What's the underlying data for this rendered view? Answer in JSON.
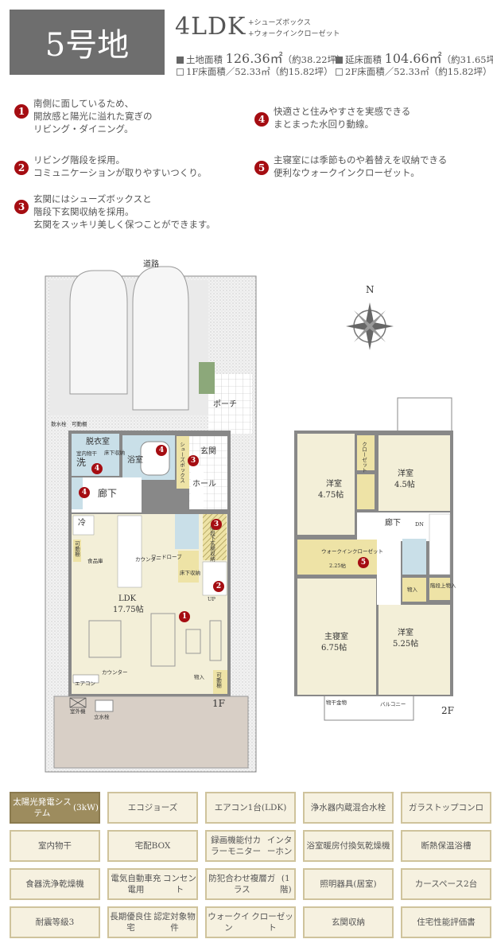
{
  "header": {
    "lot": "5号地",
    "layout": "4LDK",
    "extras": [
      "+シューズボックス",
      "+ウォークインクローゼット"
    ],
    "land_area": {
      "label": "土地面積",
      "value": "126.36㎡",
      "tsubo": "（約38.22坪）"
    },
    "total_floor": {
      "label": "延床面積",
      "value": "104.66㎡",
      "tsubo": "（約31.65坪）"
    },
    "floor1": "1F床面積／52.33㎡（約15.82坪）",
    "floor2": "2F床面積／52.33㎡（約15.82坪）"
  },
  "points": [
    {
      "n": "1",
      "lines": [
        "南側に面しているため、",
        "開放感と陽光に溢れた寛ぎの",
        "リビング・ダイニング。"
      ]
    },
    {
      "n": "2",
      "lines": [
        "リビング階段を採用。",
        "コミュニケーションが取りやすいつくり。"
      ]
    },
    {
      "n": "3",
      "lines": [
        "玄関にはシューズボックスと",
        "階段下玄関収納を採用。",
        "玄関をスッキリ美しく保つことができます。"
      ]
    },
    {
      "n": "4",
      "lines": [
        "快適さと住みやすさを実感できる",
        "まとまった水回り動線。"
      ]
    },
    {
      "n": "5",
      "lines": [
        "主寝室には季節ものや着替えを収納できる",
        "便利なウォークインクローゼット。"
      ]
    }
  ],
  "plan1": {
    "road": "道路",
    "porch": "ポーチ",
    "hydrant": "散水栓",
    "shelf1": "可動棚",
    "dressing": "脱衣室",
    "drying": "室内物干",
    "underfloor": "床下収納",
    "wash": "洗",
    "bath": "浴室",
    "shoebox": "シューズボックス",
    "entrance": "玄関",
    "hall": "ホール",
    "corridor": "廊下",
    "fridge": "冷",
    "shelf2": "可動棚",
    "pantry": "食品庫",
    "counter": "カウンター",
    "wardrobe": "ワードローブ",
    "underfloor2": "床下収納",
    "stair_storage": "階段下玄関収納",
    "up": "UP",
    "ldk": "LDK",
    "ldk_size": "17.75帖",
    "counter2": "カウンター",
    "aircon": "エアコン",
    "storage": "物入",
    "shelf3": "可動棚",
    "outdoor_unit": "室外機",
    "faucet": "立水栓",
    "floor": "1F"
  },
  "plan2": {
    "room1": "洋室",
    "room1_size": "4.75帖",
    "closet": "クローゼット",
    "room2": "洋室",
    "room2_size": "4.5帖",
    "corridor": "廊下",
    "dn": "DN",
    "wic": "ウォークインクローゼット",
    "wic_size": "2.25帖",
    "storage": "物入",
    "stair_storage": "階段上物入",
    "master": "主寝室",
    "master_size": "6.75帖",
    "room3": "洋室",
    "room3_size": "5.25帖",
    "balcony": "バルコニー",
    "hanger": "物干金物",
    "floor": "2F"
  },
  "compass": "N",
  "features": [
    {
      "label": "太陽光発電システム\n(3kW)",
      "highlight": true
    },
    {
      "label": "エコジョーズ"
    },
    {
      "label": "エアコン1台\n(LDK)"
    },
    {
      "label": "浄水器内蔵混合水栓"
    },
    {
      "label": "ガラストップコンロ"
    },
    {
      "label": "室内物干"
    },
    {
      "label": "宅配BOX"
    },
    {
      "label": "録画機能付カラーモニター\nインターホン"
    },
    {
      "label": "浴室暖房付換気乾燥機"
    },
    {
      "label": "断熱保温浴槽"
    },
    {
      "label": "食器洗浄乾燥機"
    },
    {
      "label": "電気自動車充電用\nコンセント"
    },
    {
      "label": "防犯合わせ複層ガラス\n(1階)"
    },
    {
      "label": "照明器具\n(居室)"
    },
    {
      "label": "カースペース\n2台"
    },
    {
      "label": "耐震等級3"
    },
    {
      "label": "長期優良住宅\n認定対象物件"
    },
    {
      "label": "ウォークイン\nクローゼット"
    },
    {
      "label": "玄関収納"
    },
    {
      "label": "住宅性能評価書"
    }
  ],
  "colors": {
    "accent": "#a50d12",
    "lot_box": "#6e6e6e",
    "feature_on": "#9d8c5e",
    "feature_bg": "#f6f1e0",
    "room": "#f3efd8",
    "wet": "#c9dfe8",
    "storage": "#eee3a6"
  }
}
